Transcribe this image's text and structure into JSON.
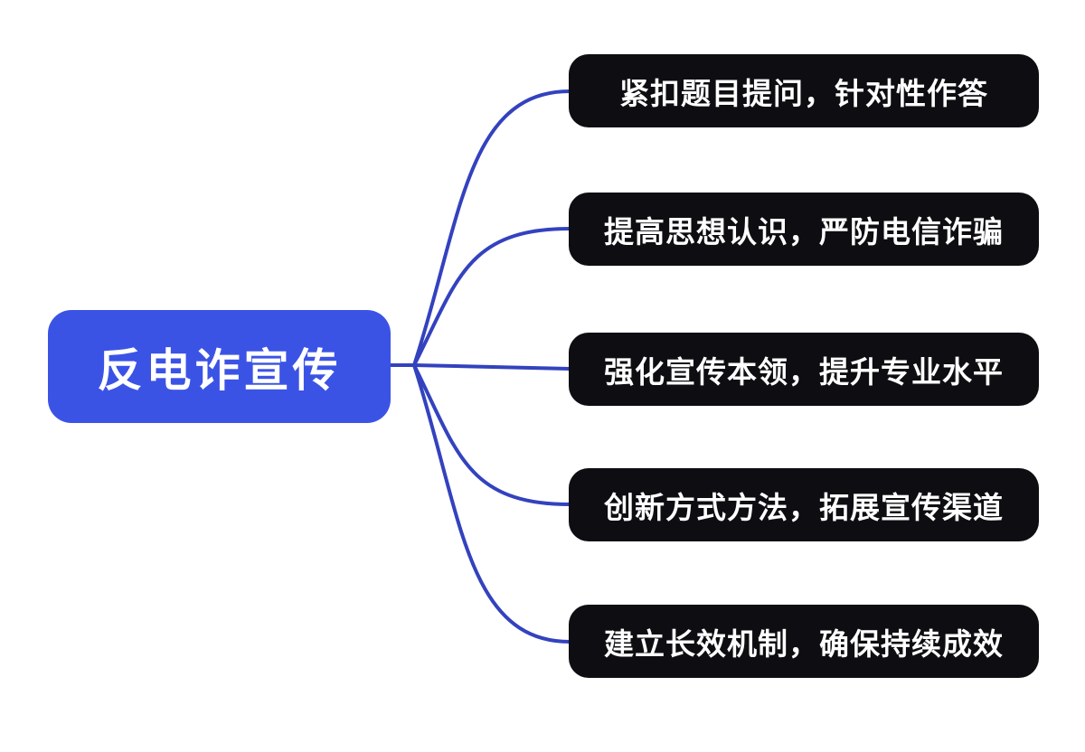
{
  "diagram": {
    "type": "mindmap",
    "root": {
      "label": "反电诈宣传"
    },
    "branches": [
      {
        "label": "紧扣题目提问，针对性作答"
      },
      {
        "label": "提高思想认识，严防电信诈骗"
      },
      {
        "label": "强化宣传本领，提升专业水平"
      },
      {
        "label": "创新方式方法，拓展宣传渠道"
      },
      {
        "label": "建立长效机制，确保持续成效"
      }
    ],
    "colors": {
      "background": "#FFFFFF",
      "root_fill": "#3B53E5",
      "branch_fill": "#0E0E12",
      "connector": "#3342BE",
      "text": "#FFFFFF"
    }
  }
}
